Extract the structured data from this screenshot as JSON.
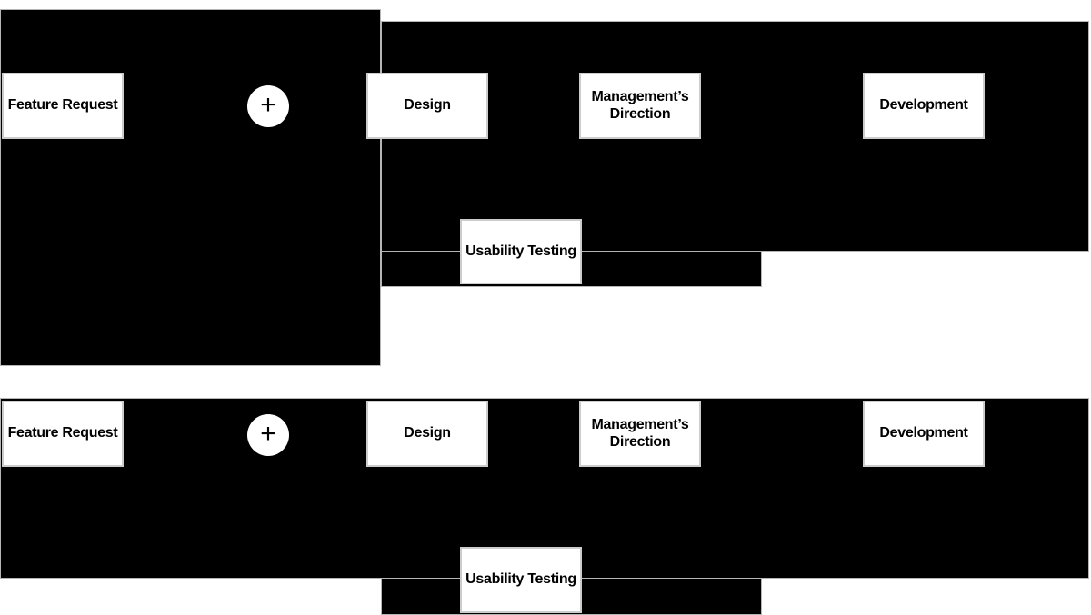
{
  "colors": {
    "panel_background": "#000000",
    "node_background": "#ffffff",
    "node_border": "#cccccc",
    "panel_border": "#b5b5b5",
    "text": "#000000"
  },
  "diagrams": [
    {
      "id": "process-flow-top",
      "nodes": [
        {
          "id": "feature-request",
          "label": "Feature Request"
        },
        {
          "id": "merge-plus",
          "label": "+"
        },
        {
          "id": "design",
          "label": "Design"
        },
        {
          "id": "managements-direction",
          "label": "Management’s Direction"
        },
        {
          "id": "development",
          "label": "Development"
        },
        {
          "id": "usability-testing",
          "label": "Usability Testing"
        }
      ]
    },
    {
      "id": "process-flow-bottom",
      "nodes": [
        {
          "id": "feature-request",
          "label": "Feature Request"
        },
        {
          "id": "merge-plus",
          "label": "+"
        },
        {
          "id": "design",
          "label": "Design"
        },
        {
          "id": "managements-direction",
          "label": "Management’s Direction"
        },
        {
          "id": "development",
          "label": "Development"
        },
        {
          "id": "usability-testing",
          "label": "Usability Testing"
        }
      ]
    }
  ]
}
